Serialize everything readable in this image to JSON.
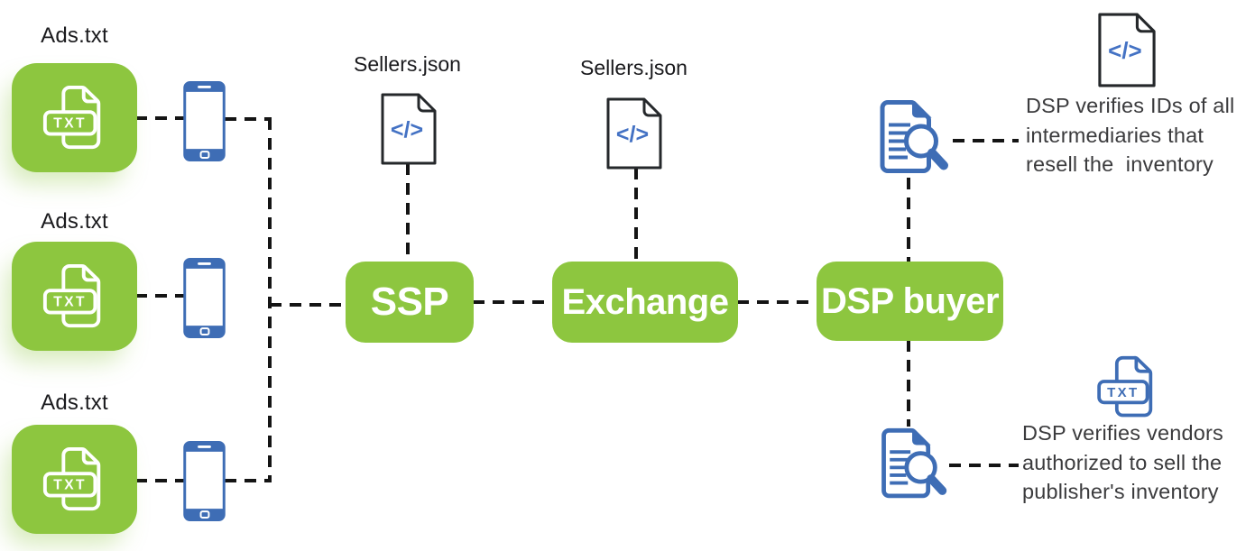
{
  "publishers": [
    {
      "label": "Ads.txt"
    },
    {
      "label": "Ads.txt"
    },
    {
      "label": "Ads.txt"
    }
  ],
  "sellers_json": [
    {
      "label": "Sellers.json"
    },
    {
      "label": "Sellers.json"
    }
  ],
  "nodes": {
    "ssp": "SSP",
    "exchange": "Exchange",
    "dsp": "DSP buyer"
  },
  "annotations": {
    "top": {
      "line1": "DSP verifies IDs of all",
      "line2": "intermediaries that",
      "line3": "resell the  inventory"
    },
    "bottom": {
      "line1": "DSP verifies vendors",
      "line2": "authorized to sell the",
      "line3": "publisher's inventory"
    }
  },
  "icons": {
    "txt_badge": "TXT",
    "code_glyph": "</>"
  },
  "colors": {
    "green": "#8dc63f",
    "blue": "#3e6db5",
    "code_blue": "#4472c4",
    "line": "#141414",
    "text_dark": "#1a1a1d",
    "text_gray": "#3b3b3d"
  }
}
